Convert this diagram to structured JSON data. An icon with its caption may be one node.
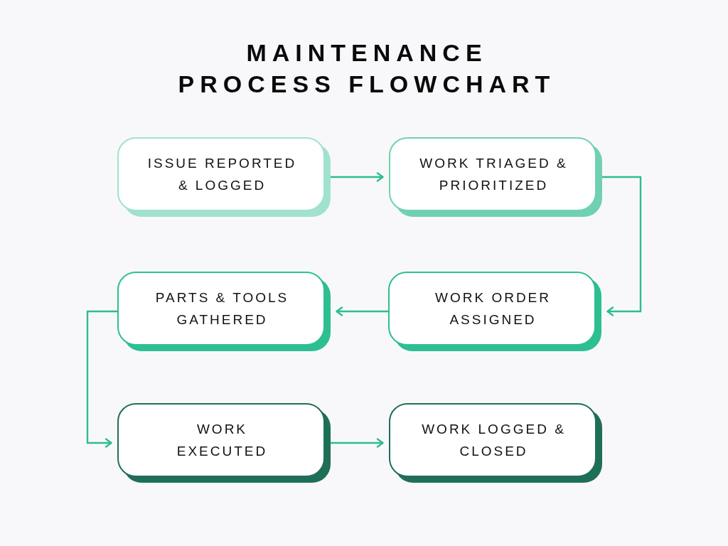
{
  "diagram": {
    "title": "MAINTENANCE PROCESS FLOWCHART",
    "nodes": [
      {
        "text": [
          "ISSUE REPORTED & LOGGED"
        ]
      },
      {
        "text": [
          "WORK TRIAGED & PRIORITIZED"
        ]
      },
      {
        "text": [
          "PARTS & TOOLS GATHERED"
        ]
      },
      {
        "text": [
          "WORK ORDER ASSIGNED"
        ]
      },
      {
        "text": [
          "WORK EXECUTED"
        ]
      },
      {
        "text": [
          "WORK LOGGED & CLOSED"
        ]
      }
    ],
    "edges": [
      {
        "from": 0,
        "to": 1,
        "arrow": "to"
      },
      {
        "from": 1,
        "to": 3,
        "arrow": "to"
      },
      {
        "from": 3,
        "to": 2,
        "arrow": "to"
      },
      {
        "from": 2,
        "to": 4,
        "arrow": "to"
      },
      {
        "from": 4,
        "to": 5,
        "arrow": "to"
      }
    ]
  }
}
